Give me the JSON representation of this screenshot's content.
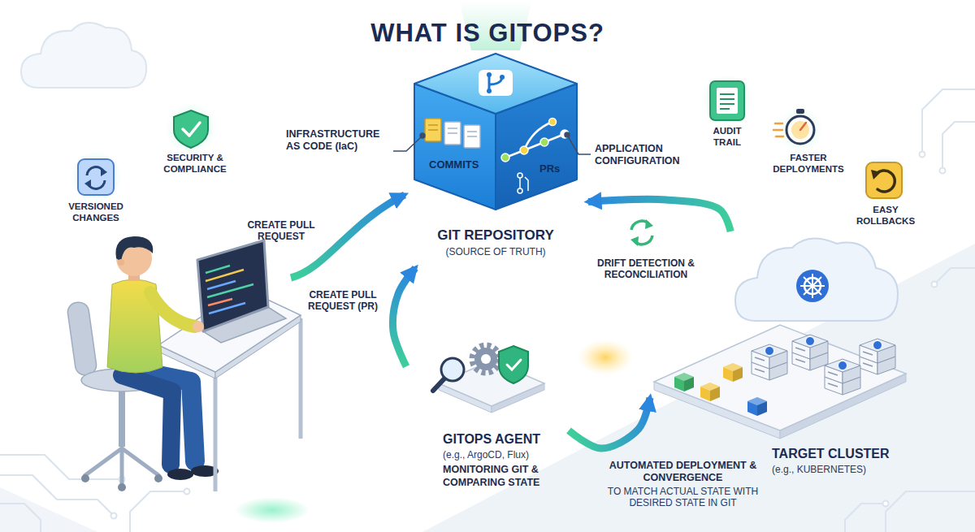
{
  "diagram": {
    "title": "WHAT IS GITOPS?",
    "nodes": [
      {
        "text": [
          "COMMITS",
          "PRs",
          "GIT REPOSITORY",
          "(SOURCE OF TRUTH)"
        ]
      },
      {
        "text": [
          "GITOPS AGENT",
          "(e.g., ArgoCD, Flux)",
          "MONITORING GIT & COMPARING STATE"
        ]
      },
      {
        "text": [
          "TARGET CLUSTER",
          "(e.g., KUBERNETES)"
        ]
      }
    ],
    "edges": [
      {
        "from": 1,
        "to": 0,
        "arrow": "to"
      },
      {
        "from": 1,
        "to": 2,
        "arrow": "to"
      },
      {
        "from": 2,
        "to": 0,
        "arrow": "to",
        "label": "DRIFT DETECTION & RECONCILIATION"
      }
    ],
    "labels": [
      "VERSIONED CHANGES",
      "SECURITY & COMPLIANCE",
      "INFRASTRUCTURE AS CODE (IaC)",
      "APPLICATION CONFIGURATION",
      "AUDIT TRAIL",
      "FASTER DEPLOYMENTS",
      "EASY ROLLBACKS",
      "CREATE PULL REQUEST",
      "CREATE PULL REQUEST (PR)",
      "AUTOMATED DEPLOYMENT & CONVERGENCE",
      "TO MATCH ACTUAL STATE WITH DESIRED STATE IN GIT"
    ]
  }
}
